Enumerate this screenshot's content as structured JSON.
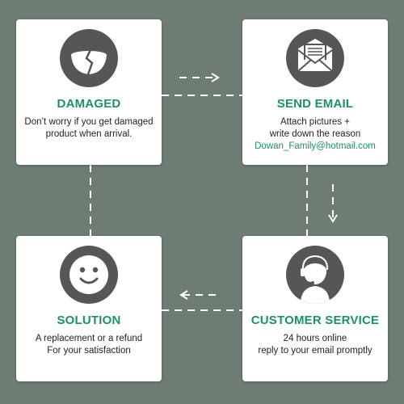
{
  "colors": {
    "background": "#6e7d73",
    "card": "#ffffff",
    "accent": "#1f8f6b",
    "icon": "#565656",
    "connector": "#ffffff"
  },
  "steps": [
    {
      "title": "DAMAGED",
      "icon": "broken-bowl-icon",
      "lines": [
        "Don’t worry if you get damaged",
        "product when arrival."
      ]
    },
    {
      "title": "SEND EMAIL",
      "icon": "envelope-icon",
      "lines": [
        "Attach pictures +",
        "write down the reason"
      ],
      "email": "Dowan_Family@hotmail.com"
    },
    {
      "title": "CUSTOMER SERVICE",
      "icon": "headset-agent-icon",
      "lines": [
        "24 hours online",
        "reply to your email promptly"
      ]
    },
    {
      "title": "SOLUTION",
      "icon": "smiley-face-icon",
      "lines": [
        "A replacement or a refund",
        "For your satisfaction"
      ]
    }
  ]
}
